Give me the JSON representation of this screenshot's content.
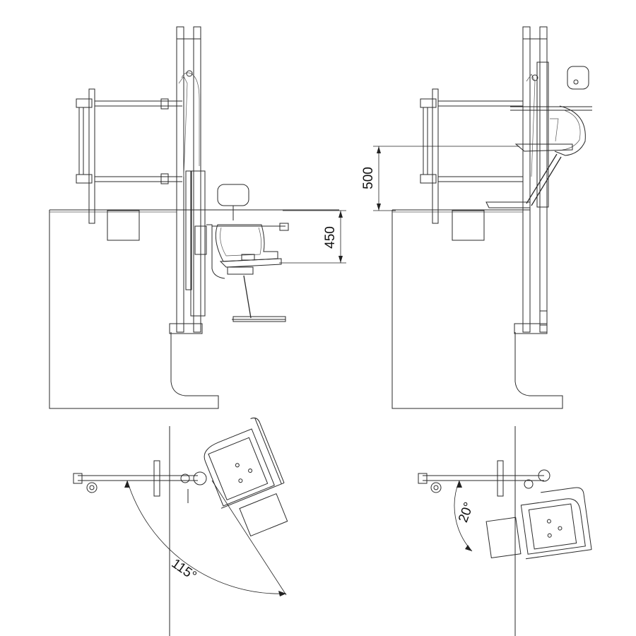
{
  "dimensions": {
    "seat_height_side": "450",
    "seat_height_raised": "500",
    "rotation_angle_large": "115°",
    "rotation_angle_small": "20°"
  }
}
